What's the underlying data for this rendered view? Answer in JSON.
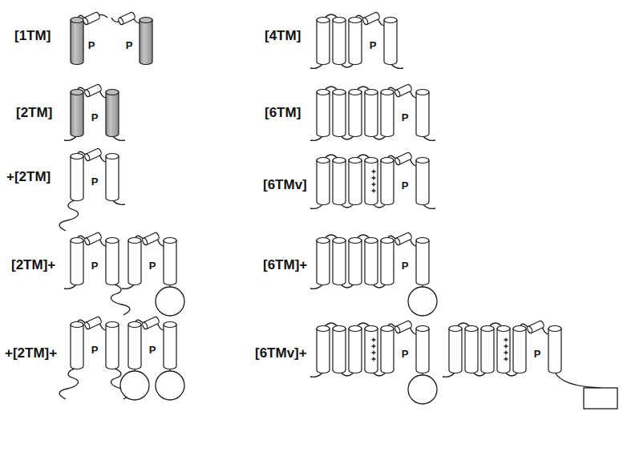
{
  "diagram": {
    "labels": [
      "[1TM]",
      "P",
      "P",
      "[4TM]",
      "P",
      "[2TM]",
      "P",
      "[6TM]",
      "P",
      "+[2TM]",
      "P",
      "[6TMv]",
      "P",
      "[2TM]+",
      "P",
      "P",
      "[6TM]+",
      "P",
      "+[2TM]+",
      "P",
      "P",
      "[6TMv]+",
      "P",
      "P"
    ]
  }
}
